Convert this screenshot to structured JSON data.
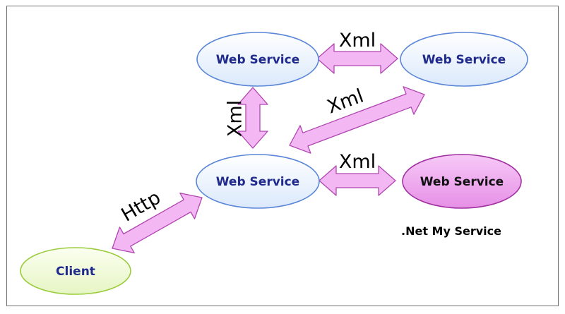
{
  "diagram": {
    "nodes": {
      "ws_top_left": {
        "label": "Web Service"
      },
      "ws_top_right": {
        "label": "Web Service"
      },
      "ws_center": {
        "label": "Web Service"
      },
      "ws_net": {
        "label": "Web Service"
      },
      "client": {
        "label": "Client"
      }
    },
    "connections": {
      "top_horizontal": {
        "label": "Xml"
      },
      "vertical": {
        "label": "Xml"
      },
      "diagonal": {
        "label": "Xml"
      },
      "center_horizontal": {
        "label": "Xml"
      },
      "client_link": {
        "label": "Http"
      }
    },
    "caption": ".Net My Service"
  },
  "colors": {
    "service_fill": "#e7f1fc",
    "service_stroke": "#5a86d8",
    "service_text": "#1f2a8c",
    "net_fill": "#f0aaf0",
    "net_stroke": "#a030a0",
    "net_text": "#111111",
    "client_fill": "#eef8d4",
    "client_stroke": "#9acc3c",
    "client_text": "#1f2a8c",
    "arrow_fill": "#f3b8f3",
    "arrow_stroke": "#b046b0"
  }
}
